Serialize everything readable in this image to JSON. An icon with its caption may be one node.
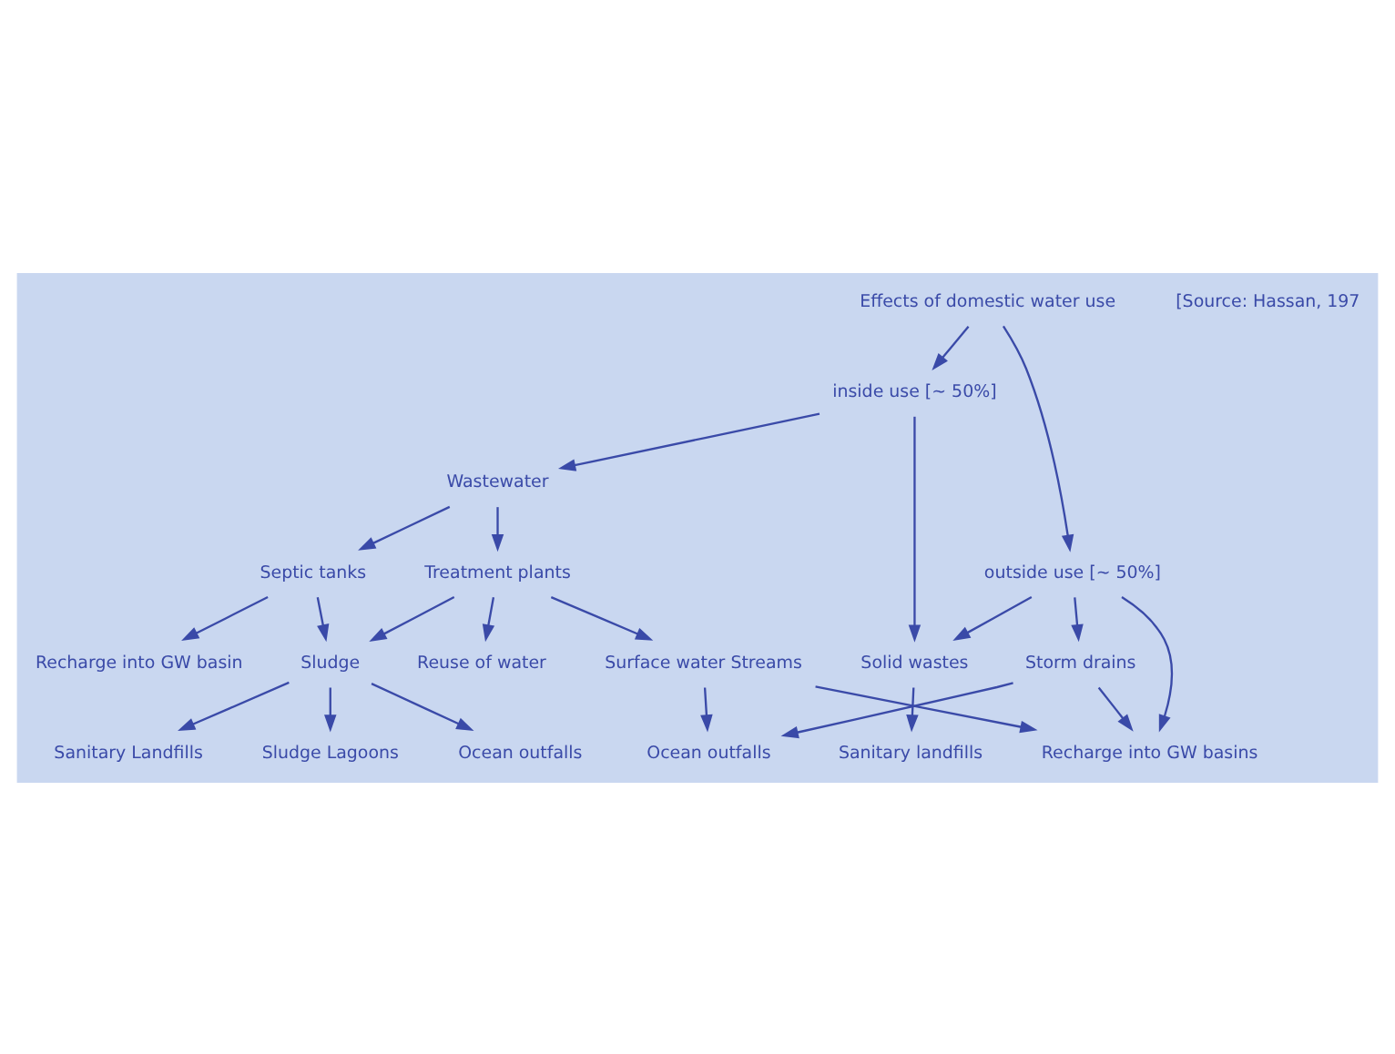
{
  "diagram": {
    "nodes": [
      {
        "text": [
          "Effects of domestic water use"
        ]
      },
      {
        "text": [
          "inside use [~ 50%]"
        ]
      },
      {
        "text": [
          "outside use [~ 50%]"
        ]
      },
      {
        "text": [
          "Wastewater"
        ]
      },
      {
        "text": [
          "Solid wastes"
        ]
      },
      {
        "text": [
          "Recharge into GW basins"
        ]
      },
      {
        "text": [
          "Storm drains"
        ]
      },
      {
        "text": [
          "Septic tanks"
        ]
      },
      {
        "text": [
          "Treatment plants"
        ]
      },
      {
        "text": [
          "Sanitary landfills"
        ]
      },
      {
        "text": [
          "Surface water Streams"
        ]
      },
      {
        "text": [
          "Recharge into GW basin"
        ]
      },
      {
        "text": [
          "Sludge"
        ]
      },
      {
        "text": [
          "Reuse of water"
        ]
      },
      {
        "text": [
          "Sanitary Landfills"
        ]
      },
      {
        "text": [
          "Sludge Lagoons"
        ]
      },
      {
        "text": [
          "Ocean outfalls"
        ]
      },
      {
        "text": [
          "Ocean outfalls"
        ]
      }
    ],
    "edges": [
      {
        "from": 0,
        "to": 1,
        "arrow": "to"
      },
      {
        "from": 0,
        "to": 2,
        "arrow": "to"
      },
      {
        "from": 1,
        "to": 3,
        "arrow": "to"
      },
      {
        "from": 1,
        "to": 4,
        "arrow": "to"
      },
      {
        "from": 2,
        "to": 4,
        "arrow": "to"
      },
      {
        "from": 2,
        "to": 5,
        "arrow": "to"
      },
      {
        "from": 2,
        "to": 6,
        "arrow": "to"
      },
      {
        "from": 3,
        "to": 7,
        "arrow": "to"
      },
      {
        "from": 3,
        "to": 8,
        "arrow": "to"
      },
      {
        "from": 4,
        "to": 9,
        "arrow": "to"
      },
      {
        "from": 7,
        "to": 11,
        "arrow": "to"
      },
      {
        "from": 7,
        "to": 12,
        "arrow": "to"
      },
      {
        "from": 8,
        "to": 12,
        "arrow": "to"
      },
      {
        "from": 8,
        "to": 13,
        "arrow": "to"
      },
      {
        "from": 8,
        "to": 10,
        "arrow": "to"
      },
      {
        "from": 10,
        "to": 5,
        "arrow": "to"
      },
      {
        "from": 6,
        "to": 5,
        "arrow": "to"
      },
      {
        "from": 10,
        "to": 17,
        "arrow": "to"
      },
      {
        "from": 6,
        "to": 17,
        "arrow": "to"
      },
      {
        "from": 12,
        "to": 14,
        "arrow": "to"
      },
      {
        "from": 12,
        "to": 15,
        "arrow": "to"
      },
      {
        "from": 12,
        "to": 16,
        "arrow": "to"
      }
    ],
    "labels": [
      "[Source: Hassan, 197"
    ]
  }
}
